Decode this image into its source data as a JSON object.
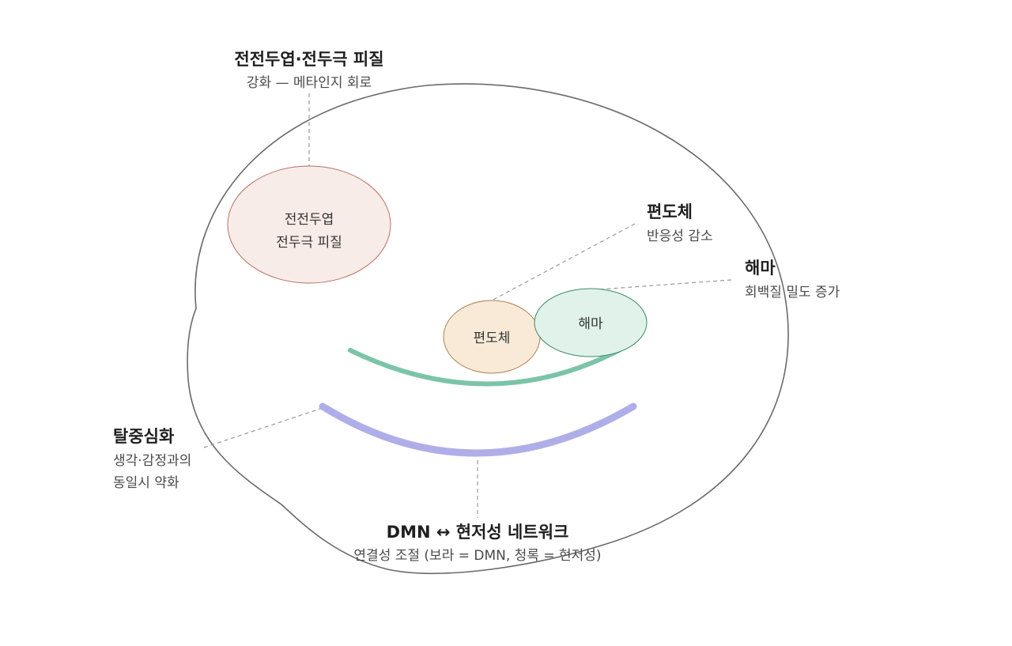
{
  "labels": {
    "pfc": {
      "title": "전전두엽·전두극 피질",
      "sub": "강화 — 메타인지 회로"
    },
    "amygdala": {
      "title": "편도체",
      "sub": "반응성 감소"
    },
    "hippocampus": {
      "title": "해마",
      "sub": "회백질 밀도 증가"
    },
    "decentering": {
      "title": "탈중심화",
      "sub_line1": "생각·감정과의",
      "sub_line2": "동일시 약화"
    },
    "network": {
      "title": "DMN ↔ 현저성 네트워크",
      "sub": "연결성 조절 (보라 = DMN, 청록 = 현저성)"
    }
  },
  "regions": {
    "pfc": {
      "line1": "전전두엽",
      "line2": "전두극 피질",
      "fill": "#f8ece8",
      "stroke": "#b87060"
    },
    "amygdala": {
      "label": "편도체",
      "fill": "#f8ead6",
      "stroke": "#a88050"
    },
    "hippocampus": {
      "label": "해마",
      "fill": "#e0f2ea",
      "stroke": "#3d8a68"
    }
  },
  "colors": {
    "dmn": "#b0aee8",
    "salience": "#7cc4a8",
    "outline": "#6a6a6a",
    "leader": "#999999"
  }
}
